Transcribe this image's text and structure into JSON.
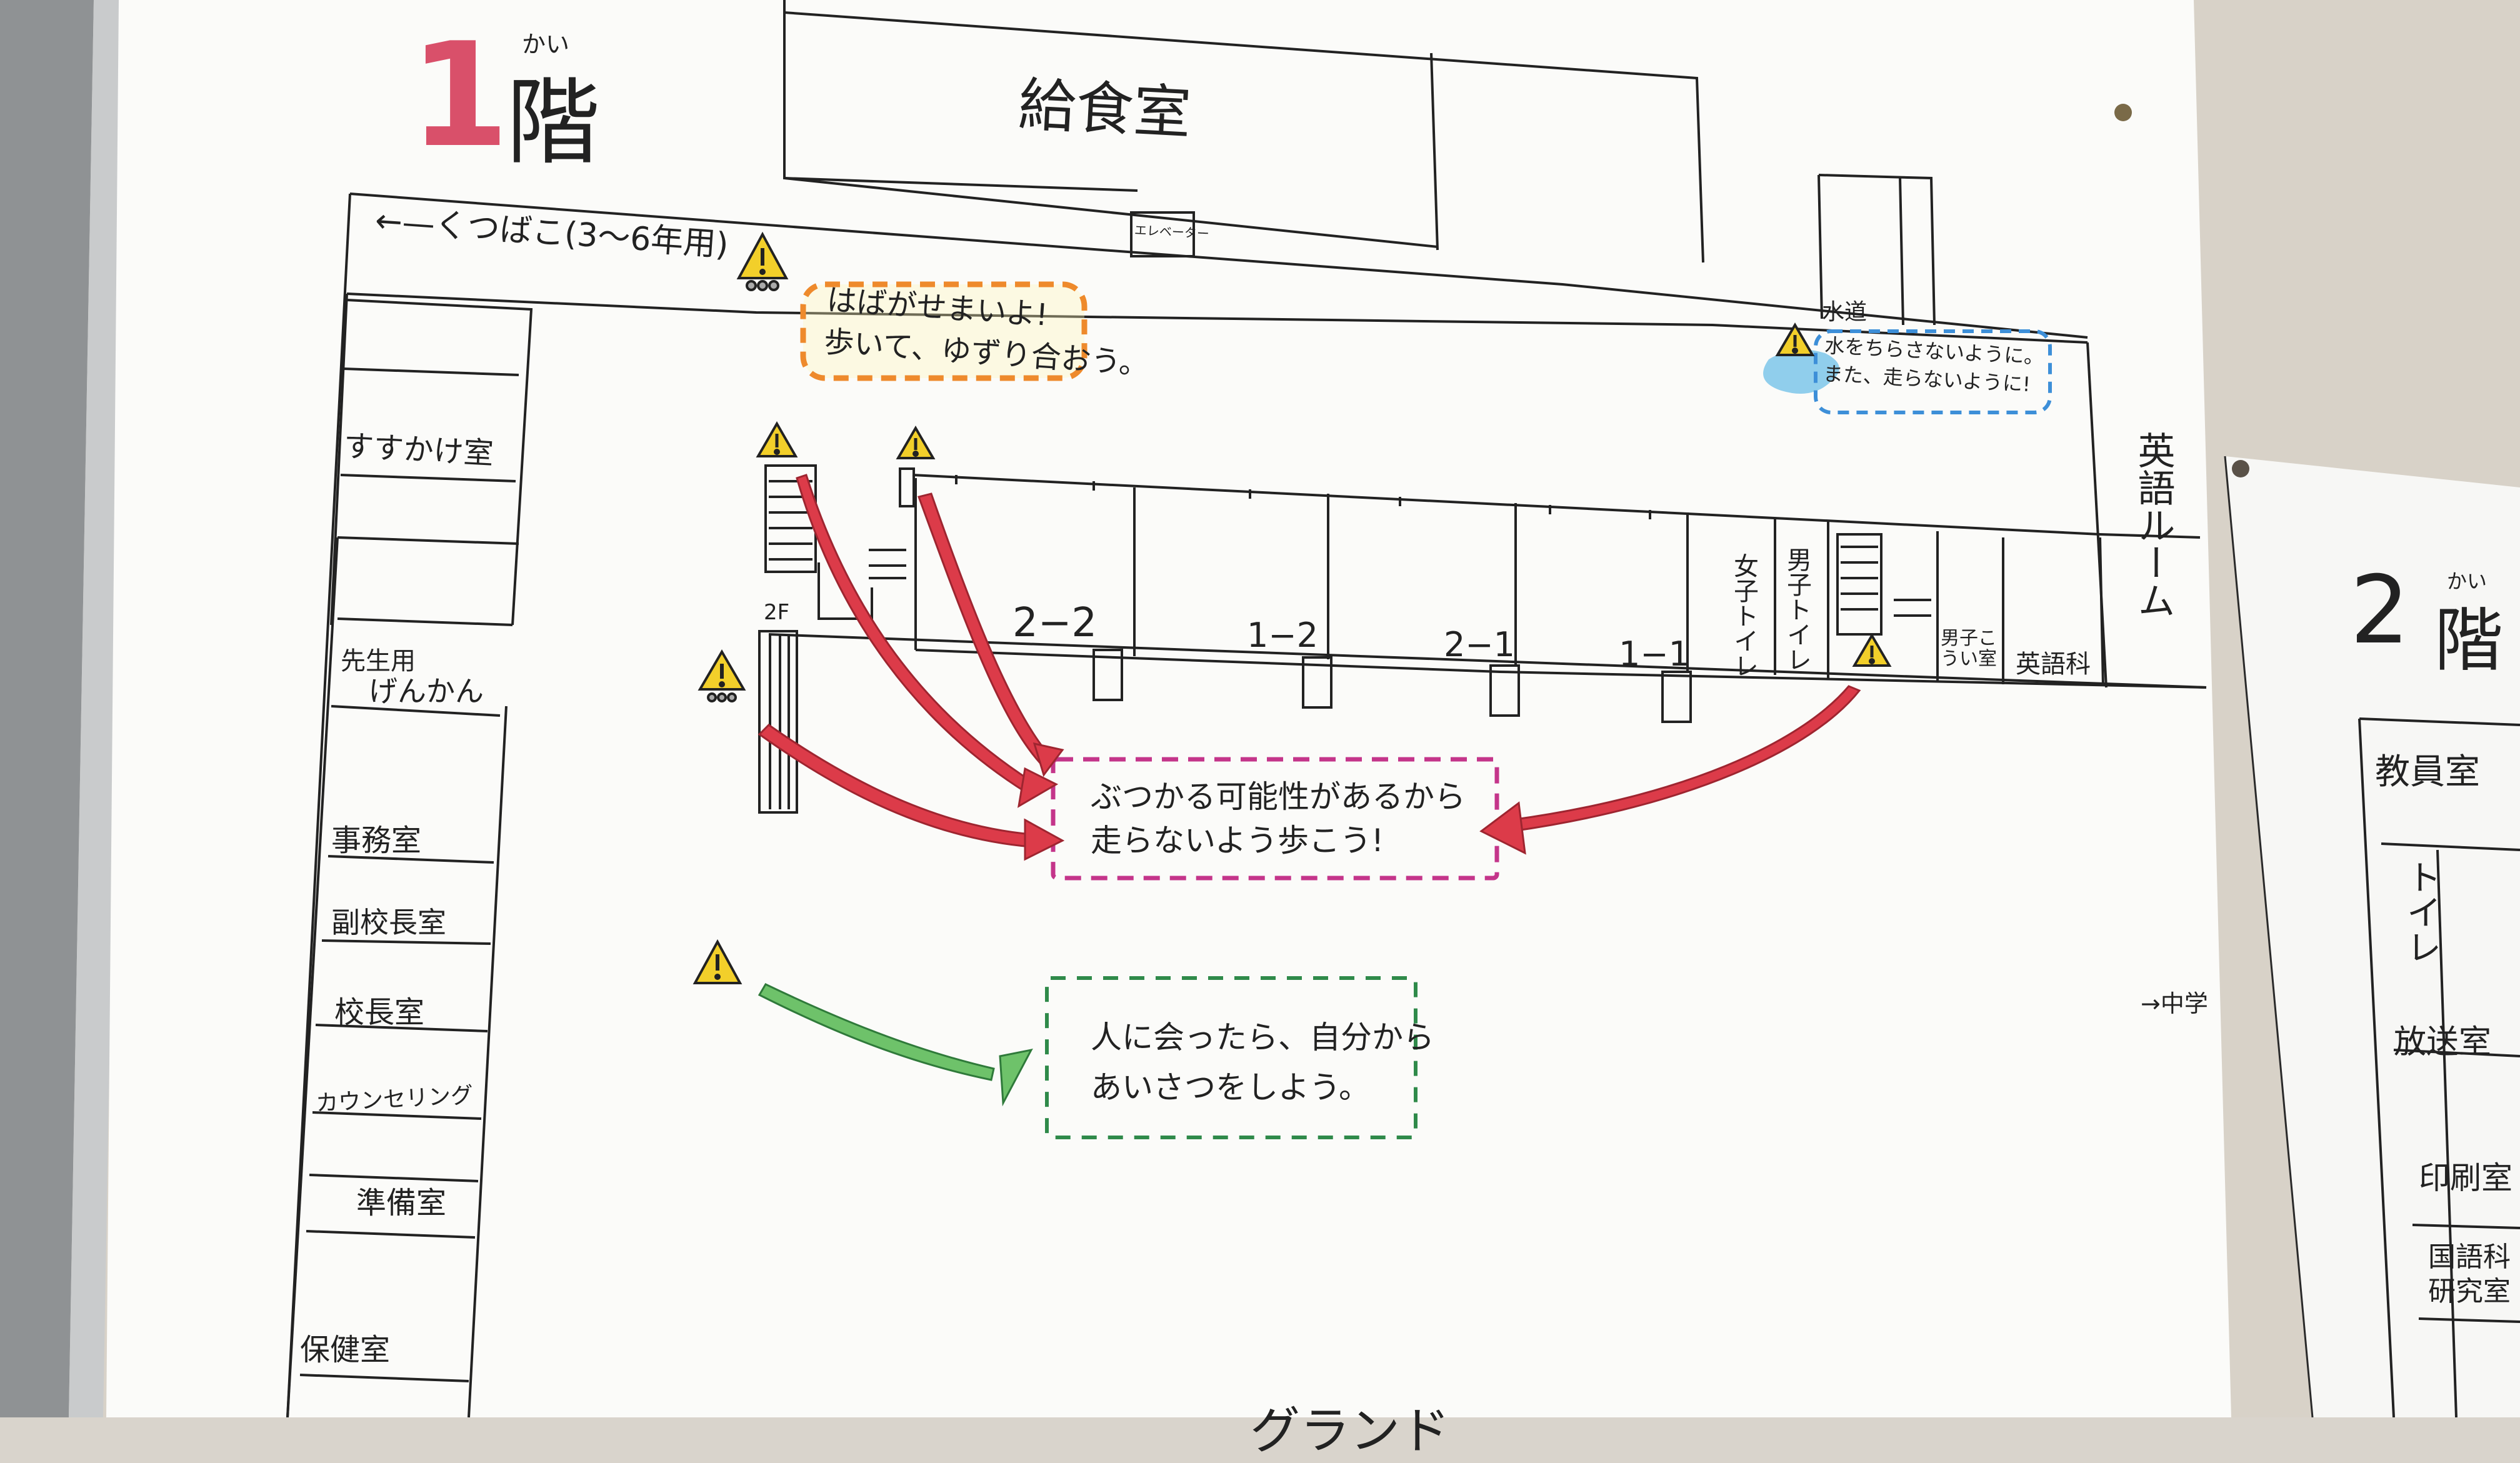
{
  "floor1": {
    "number": "1",
    "ruby": "かい",
    "kanji": "階"
  },
  "floor2": {
    "number": "2",
    "ruby": "かい",
    "kanji": "階"
  },
  "rooms": {
    "kyushoku": "給食室",
    "elevator": "エレベーター",
    "kutsubako": "←—くつばこ(3〜6年用)",
    "suisudo": "水道",
    "susukake": "すすかけ室",
    "sensei_genkan_1": "先生用",
    "sensei_genkan_2": "げんかん",
    "jimu": "事務室",
    "fukukocho": "副校長室",
    "kocho": "校長室",
    "counseling": "カウンセリング",
    "junbi": "準備室",
    "hoken": "保健室",
    "class_2_2": "2−2",
    "class_1_2": "1−2",
    "class_2_1": "2−1",
    "class_1_1": "1−1",
    "girls_toilet": "女子トイレ",
    "boys_toilet": "男子トイレ",
    "boys_changing": "男子こうい室",
    "eigoka": "英語科",
    "english_room": "英語ルーム",
    "stairs_2f": "2F",
    "chugaku": "→中学",
    "kyoin": "教員室",
    "toilet2": "トイレ",
    "hoso": "放送室",
    "insatsu": "印刷室",
    "kokugo_1": "国語科",
    "kokugo_2": "研究室",
    "ground": "グランド"
  },
  "notes": {
    "narrow_1": "はばがせまいよ!",
    "narrow_2": "歩いて、ゆずり合おう。",
    "water_1": "水をちらさないように。",
    "water_2": "また、走らないように!",
    "collision_1": "ぶつかる可能性があるから",
    "collision_2": "走らないよう歩こう!",
    "greet_1": "人に会ったら、自分から",
    "greet_2": "あいさつをしよう。"
  },
  "colors": {
    "paper": "#fbfbf9",
    "ink": "#222222",
    "floor1_number": "#d9506a",
    "warn_yellow": "#f2cf2a",
    "orange_dash": "#ee8a2c",
    "blue_dash": "#3d8fd8",
    "magenta_dash": "#c4358a",
    "green_dash": "#2f8a4a",
    "red_arrow": "#dc3b49",
    "green_arrow": "#6ec26a",
    "water_blue": "#7cc5ea"
  }
}
